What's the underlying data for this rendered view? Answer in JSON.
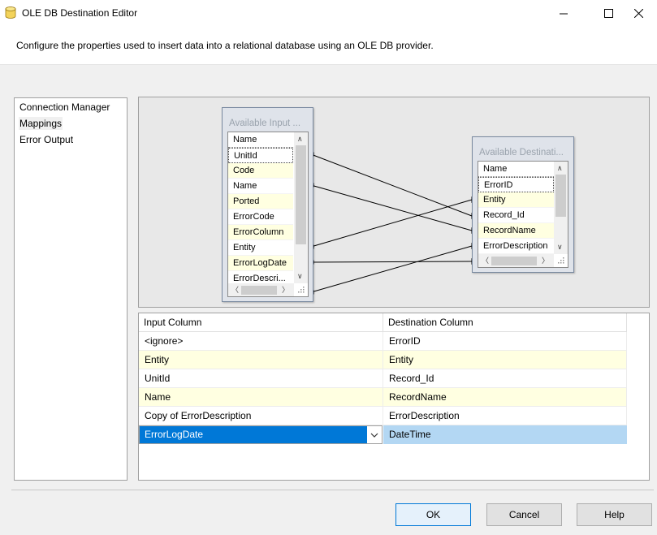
{
  "window": {
    "title": "OLE DB Destination Editor",
    "description": "Configure the properties used to insert data into a relational database using an OLE DB provider."
  },
  "nav": {
    "items": [
      "Connection Manager",
      "Mappings",
      "Error Output"
    ],
    "selected": "Mappings"
  },
  "input_table": {
    "title": "Available Input ...",
    "header": "Name",
    "columns": [
      "UnitId",
      "Code",
      "Name",
      "Ported",
      "ErrorCode",
      "ErrorColumn",
      "Entity",
      "ErrorLogDate",
      "ErrorDescri..."
    ],
    "highlighted": [
      "Code",
      "Ported",
      "ErrorColumn",
      "ErrorLogDate"
    ]
  },
  "dest_table": {
    "title": "Available Destinati...",
    "header": "Name",
    "columns": [
      "ErrorID",
      "Entity",
      "Record_Id",
      "RecordName",
      "ErrorDescription"
    ],
    "highlighted": [
      "Entity",
      "RecordName"
    ]
  },
  "mapping_grid": {
    "headers": [
      "Input Column",
      "Destination Column"
    ],
    "rows": [
      {
        "input": "<ignore>",
        "dest": "ErrorID"
      },
      {
        "input": "Entity",
        "dest": "Entity"
      },
      {
        "input": "UnitId",
        "dest": "Record_Id"
      },
      {
        "input": "Name",
        "dest": "RecordName"
      },
      {
        "input": "Copy of ErrorDescription",
        "dest": "ErrorDescription"
      },
      {
        "input": "ErrorLogDate",
        "dest": "DateTime"
      }
    ]
  },
  "buttons": {
    "ok": "OK",
    "cancel": "Cancel",
    "help": "Help"
  },
  "colors": {
    "selection": "#0078d7",
    "highlight_row": "#ffffe1",
    "dest_selection": "#b3d7f3"
  }
}
